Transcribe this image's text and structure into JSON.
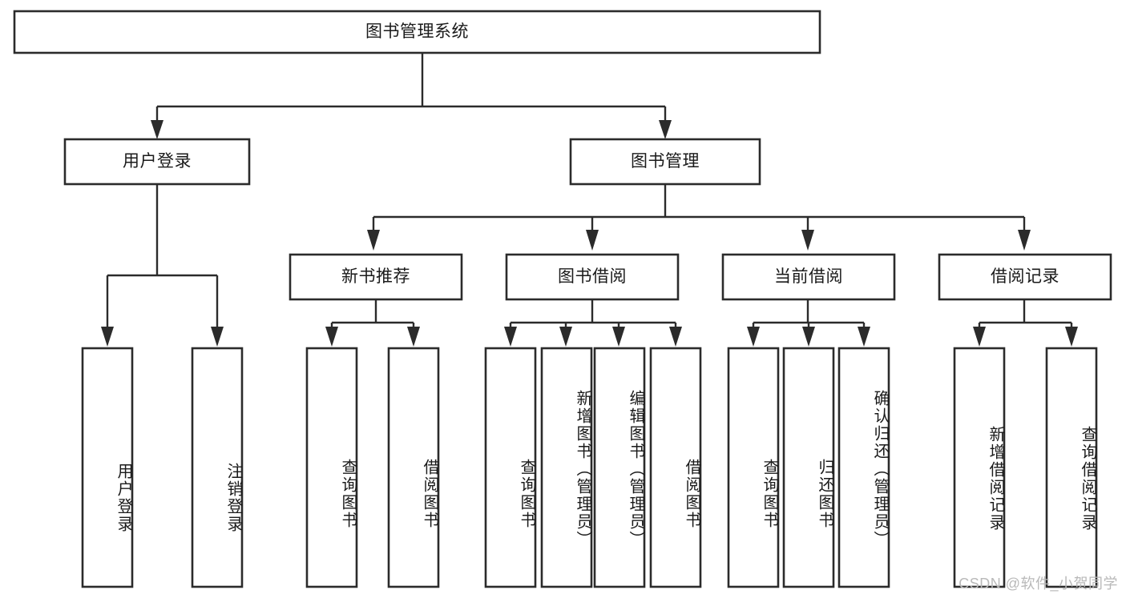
{
  "diagram": {
    "type": "tree-hierarchy",
    "title": "图书管理系统",
    "watermark": "CSDN @软件_小贺同学",
    "colors": {
      "stroke": "#2b2b2b",
      "fill": "#ffffff",
      "text": "#1a1a1a",
      "watermark": "#b9b9b9",
      "background": "#ffffff"
    },
    "root": {
      "id": "root",
      "label": "图书管理系统",
      "orientation": "horizontal"
    },
    "level1": [
      {
        "id": "user-login",
        "label": "用户登录",
        "orientation": "horizontal"
      },
      {
        "id": "book-management",
        "label": "图书管理",
        "orientation": "horizontal"
      }
    ],
    "level2": [
      {
        "id": "new-book-recommend",
        "label": "新书推荐",
        "parent": "book-management",
        "orientation": "horizontal"
      },
      {
        "id": "book-borrow",
        "label": "图书借阅",
        "parent": "book-management",
        "orientation": "horizontal"
      },
      {
        "id": "current-borrow",
        "label": "当前借阅",
        "parent": "book-management",
        "orientation": "horizontal"
      },
      {
        "id": "borrow-record",
        "label": "借阅记录",
        "parent": "book-management",
        "orientation": "horizontal"
      }
    ],
    "leaves": [
      {
        "id": "leaf-user-login",
        "label": "用户登录",
        "parent": "user-login",
        "orientation": "vertical"
      },
      {
        "id": "leaf-logout-login",
        "label": "注销登录",
        "parent": "user-login",
        "orientation": "vertical"
      },
      {
        "id": "leaf-query-book-1",
        "label": "查询图书",
        "parent": "new-book-recommend",
        "orientation": "vertical"
      },
      {
        "id": "leaf-borrow-book-1",
        "label": "借阅图书",
        "parent": "new-book-recommend",
        "orientation": "vertical"
      },
      {
        "id": "leaf-query-book-2",
        "label": "查询图书",
        "parent": "book-borrow",
        "orientation": "vertical"
      },
      {
        "id": "leaf-add-book",
        "label": "新增图书（管理员）",
        "parent": "book-borrow",
        "orientation": "vertical"
      },
      {
        "id": "leaf-edit-book",
        "label": "编辑图书（管理员）",
        "parent": "book-borrow",
        "orientation": "vertical"
      },
      {
        "id": "leaf-borrow-book-2",
        "label": "借阅图书",
        "parent": "book-borrow",
        "orientation": "vertical"
      },
      {
        "id": "leaf-query-book-3",
        "label": "查询图书",
        "parent": "current-borrow",
        "orientation": "vertical"
      },
      {
        "id": "leaf-return-book",
        "label": "归还图书",
        "parent": "current-borrow",
        "orientation": "vertical"
      },
      {
        "id": "leaf-confirm-return",
        "label": "确认归还（管理员）",
        "parent": "current-borrow",
        "orientation": "vertical"
      },
      {
        "id": "leaf-add-record",
        "label": "新增借阅记录",
        "parent": "borrow-record",
        "orientation": "vertical"
      },
      {
        "id": "leaf-query-record",
        "label": "查询借阅记录",
        "parent": "borrow-record",
        "orientation": "vertical"
      }
    ]
  }
}
